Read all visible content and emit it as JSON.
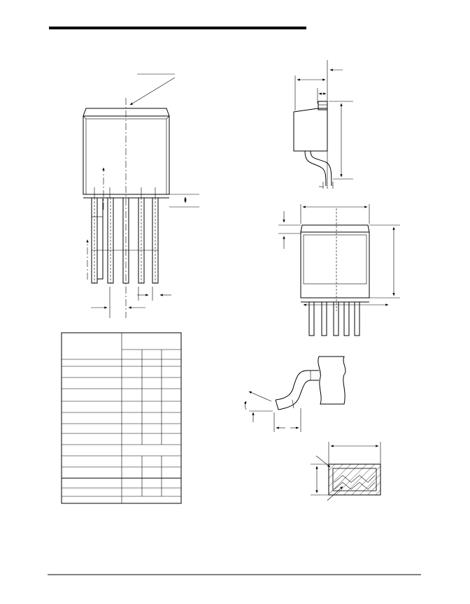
{
  "document": {
    "type": "package-outline-drawing",
    "text_content": []
  },
  "views": {
    "top_view": {
      "leads": 5
    },
    "side_view": {},
    "front_view": {
      "leads": 5
    },
    "lead_form_detail": {},
    "section_detail": {}
  },
  "dimension_table": {
    "header_rows": 2,
    "body_rows": 14,
    "columns": 4
  }
}
